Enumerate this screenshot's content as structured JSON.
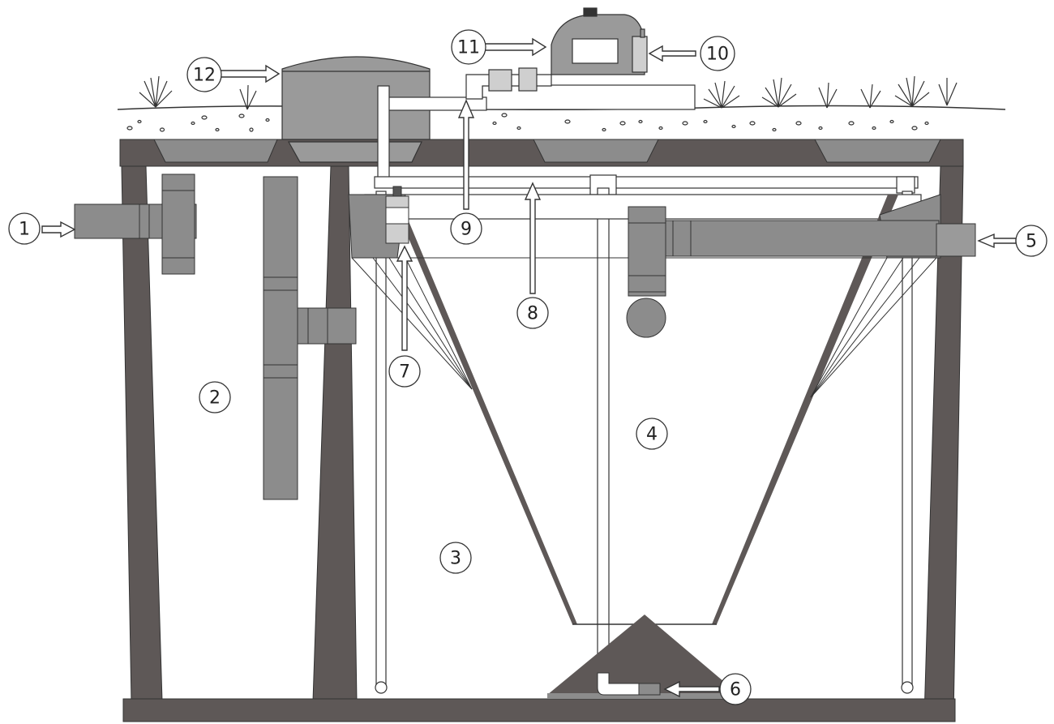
{
  "labels": {
    "n1": "1",
    "n2": "2",
    "n3": "3",
    "n4": "4",
    "n5": "5",
    "n6": "6",
    "n7": "7",
    "n8": "8",
    "n9": "9",
    "n10": "10",
    "n11": "11",
    "n12": "12"
  },
  "colors": {
    "concrete": "#5e5857",
    "pipe_dark": "#8c8c8c",
    "pipe_light": "#ffffff",
    "outline": "#2a2a2a",
    "ground": "#2a2a2a"
  }
}
